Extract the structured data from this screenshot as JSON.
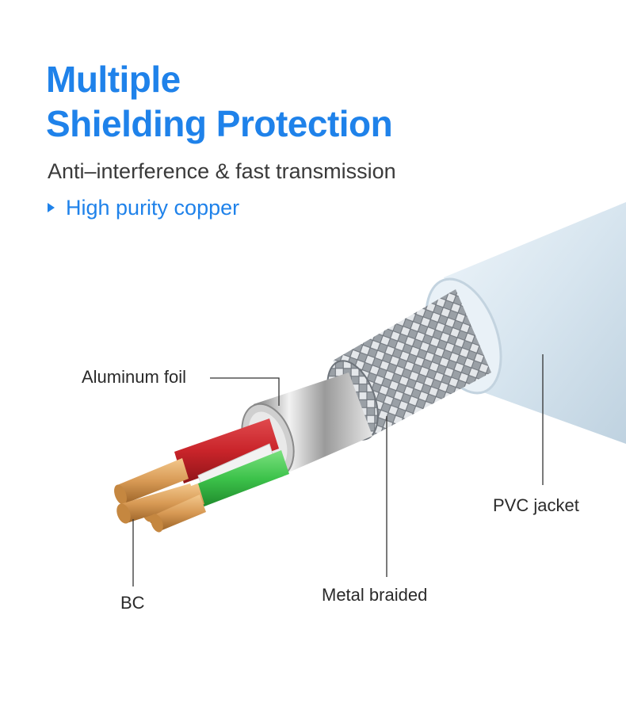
{
  "header": {
    "title_line1": "Multiple",
    "title_line2": "Shielding Protection",
    "subtitle": "Anti–interference & fast transmission",
    "bullet": "High purity copper"
  },
  "labels": {
    "aluminum_foil": "Aluminum foil",
    "bc": "BC",
    "metal_braided": "Metal braided",
    "pvc_jacket": "PVC jacket"
  },
  "colors": {
    "accent": "#1f82ea",
    "jacket": "#d9e6f0",
    "red_wire": "#c9242a",
    "green_wire": "#3cc24a",
    "copper": "#d89a55"
  }
}
